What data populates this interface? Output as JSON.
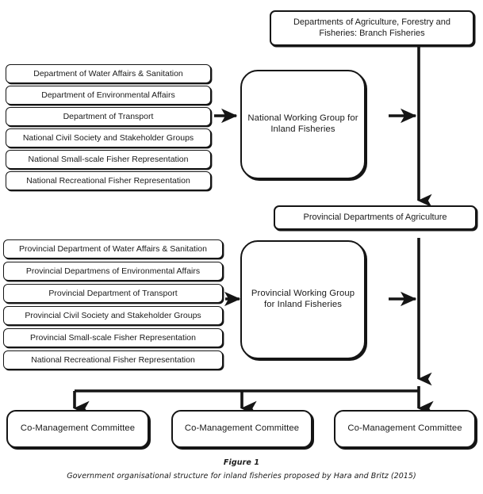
{
  "figure": {
    "label": "Figure 1",
    "description": "Government organisational structure for inland fisheries proposed by Hara and Britz (2015)"
  },
  "colors": {
    "stroke": "#151515",
    "fill": "#ffffff",
    "text": "#1a1a1a"
  },
  "national": {
    "top_authority": "Departments of Agriculture, Forestry and Fisheries: Branch Fisheries",
    "working_group": "National Working Group for Inland Fisheries",
    "stakeholders": [
      "Department of Water Affairs & Sanitation",
      "Department of Environmental Affairs",
      "Department of Transport",
      "National Civil Society and Stakeholder Groups",
      "National Small-scale Fisher Representation",
      "National Recreational Fisher Representation"
    ]
  },
  "provincial": {
    "authority": "Provincial Departments of Agriculture",
    "working_group": "Provincial Working Group for Inland Fisheries",
    "stakeholders": [
      "Provincial Department of Water Affairs & Sanitation",
      "Provincial Departmens of Environmental Affairs",
      "Provincial Department of Transport",
      "Provincial Civil Society and Stakeholder Groups",
      "Provincial Small-scale Fisher Representation",
      "National Recreational Fisher Representation"
    ]
  },
  "committees": [
    "Co-Management Committee",
    "Co-Management Committee",
    "Co-Management Committee"
  ]
}
